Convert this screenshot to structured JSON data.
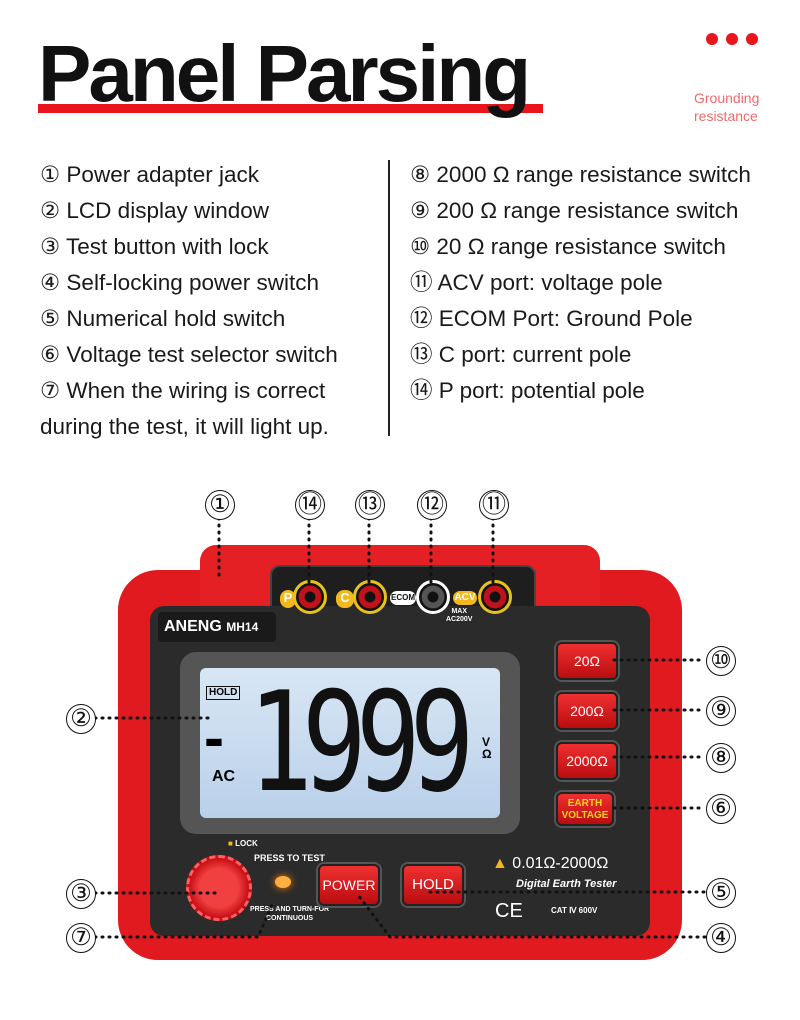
{
  "header": {
    "title": "Panel Parsing",
    "subtitle_line1": "Grounding",
    "subtitle_line2": "resistance"
  },
  "left_list": [
    "① Power adapter jack",
    "② LCD display window",
    "③ Test button with lock",
    "④ Self-locking power switch",
    "⑤ Numerical hold switch",
    "⑥ Voltage test selector switch",
    "⑦ When the wiring is correct",
    "during the test, it will light up."
  ],
  "right_list": [
    "⑧ 2000 Ω range resistance switch",
    "⑨ 200 Ω range resistance switch",
    "⑩ 20 Ω range resistance switch",
    "⑪ ACV port: voltage pole",
    "⑫ ECOM Port: Ground Pole",
    "⑬ C port: current pole",
    "⑭ P port: potential pole"
  ],
  "device": {
    "brand": "ANENG",
    "model": "MH14",
    "ports": {
      "p": "P",
      "c": "C",
      "ecom": "ECOM",
      "acv": "ACV",
      "max": "MAX",
      "max_v": "AC200V"
    },
    "lcd": {
      "hold": "HOLD",
      "minus": "-",
      "reading": "1999",
      "ac": "AC",
      "unit_v": "V",
      "unit_ohm": "Ω"
    },
    "buttons": {
      "r20": "20Ω",
      "r200": "200Ω",
      "r2000": "2000Ω",
      "earth1": "EARTH",
      "earth2": "VOLTAGE",
      "power": "POWER",
      "hold": "HOLD"
    },
    "lock": "LOCK",
    "press_to_test": "PRESS TO TEST",
    "press_turn1": "PRESS AND TURN-FOR",
    "press_turn2": "CONTINUOUS",
    "range": "0.01Ω-2000Ω",
    "product": "Digital Earth Tester",
    "ce": "CE",
    "cat": "CAT Ⅳ 600V"
  },
  "callouts": {
    "c1": "①",
    "c2": "②",
    "c3": "③",
    "c4": "④",
    "c5": "⑤",
    "c6": "⑥",
    "c7": "⑦",
    "c8": "⑧",
    "c9": "⑨",
    "c10": "⑩",
    "c11": "⑪",
    "c12": "⑫",
    "c13": "⑬",
    "c14": "⑭"
  },
  "colors": {
    "accent": "#e8161c",
    "lcd": "#c9dcf0",
    "panel": "#2b2b2b",
    "port_yellow": "#f3b81c"
  }
}
